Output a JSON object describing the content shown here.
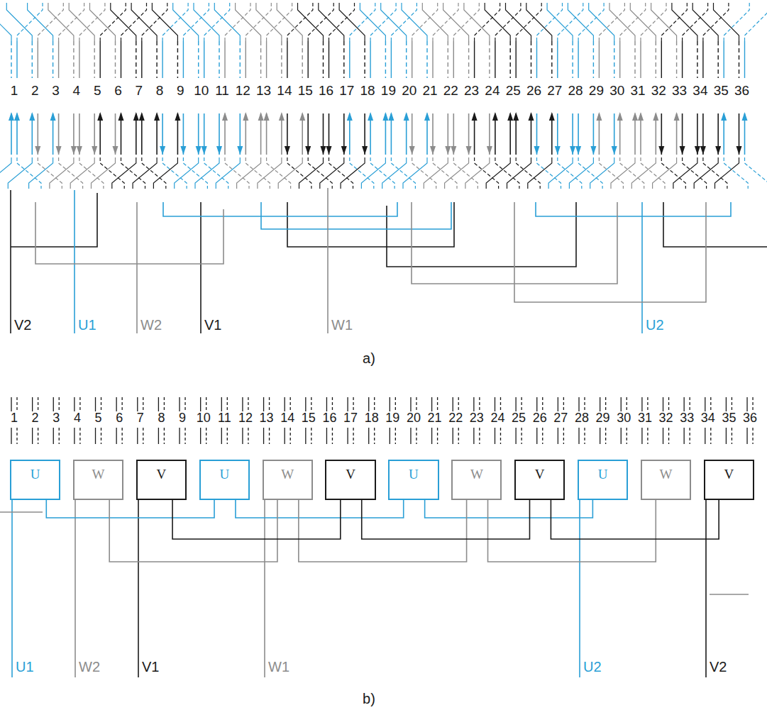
{
  "diagram": {
    "nodes": [
      {
        "text": [
          "U"
        ]
      },
      {
        "text": [
          "W"
        ]
      },
      {
        "text": [
          "V"
        ]
      },
      {
        "text": [
          "U"
        ]
      },
      {
        "text": [
          "W"
        ]
      },
      {
        "text": [
          "V"
        ]
      },
      {
        "text": [
          "U"
        ]
      },
      {
        "text": [
          "W"
        ]
      },
      {
        "text": [
          "V"
        ]
      },
      {
        "text": [
          "U"
        ]
      },
      {
        "text": [
          "W"
        ]
      },
      {
        "text": [
          "V"
        ]
      }
    ],
    "edges": [
      {
        "from": 0,
        "to": 3,
        "arrow": "none"
      },
      {
        "from": 3,
        "to": 6,
        "arrow": "none"
      },
      {
        "from": 6,
        "to": 9,
        "arrow": "none"
      },
      {
        "from": 1,
        "to": 4,
        "arrow": "none"
      },
      {
        "from": 4,
        "to": 7,
        "arrow": "none"
      },
      {
        "from": 7,
        "to": 10,
        "arrow": "none"
      },
      {
        "from": 2,
        "to": 5,
        "arrow": "none"
      },
      {
        "from": 5,
        "to": 8,
        "arrow": "none"
      },
      {
        "from": 8,
        "to": 11,
        "arrow": "none"
      }
    ],
    "labels": [
      "1",
      "2",
      "3",
      "4",
      "5",
      "6",
      "7",
      "8",
      "9",
      "10",
      "11",
      "12",
      "13",
      "14",
      "15",
      "16",
      "17",
      "18",
      "19",
      "20",
      "21",
      "22",
      "23",
      "24",
      "25",
      "26",
      "27",
      "28",
      "29",
      "30",
      "31",
      "32",
      "33",
      "34",
      "35",
      "36",
      "V2",
      "U1",
      "W2",
      "V1",
      "W1",
      "U2",
      "a)",
      "1",
      "2",
      "3",
      "4",
      "5",
      "6",
      "7",
      "8",
      "9",
      "10",
      "11",
      "12",
      "13",
      "14",
      "15",
      "16",
      "17",
      "18",
      "19",
      "20",
      "21",
      "22",
      "23",
      "24",
      "25",
      "26",
      "27",
      "28",
      "29",
      "30",
      "31",
      "32",
      "33",
      "34",
      "35",
      "36",
      "U1",
      "W2",
      "V1",
      "W1",
      "U2",
      "V2",
      "b)"
    ]
  }
}
